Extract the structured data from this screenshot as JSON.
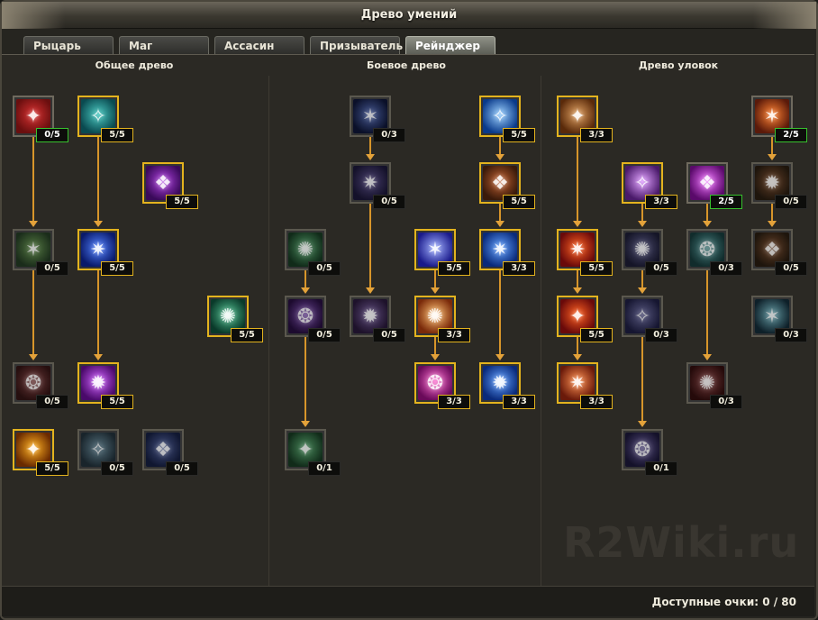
{
  "window": {
    "title": "Древо умений"
  },
  "tabs": [
    {
      "label": "Рыцарь",
      "active": false
    },
    {
      "label": "Маг",
      "active": false
    },
    {
      "label": "Ассасин",
      "active": false
    },
    {
      "label": "Призыватель",
      "active": false
    },
    {
      "label": "Рейнджер",
      "active": true
    }
  ],
  "trees": [
    {
      "title": "Общее древо"
    },
    {
      "title": "Боевое древо"
    },
    {
      "title": "Древо уловок"
    }
  ],
  "skills": [
    {
      "id": "g1",
      "level": "0/5",
      "state": "partial",
      "icon": "demon-red-icon",
      "colors": [
        "#6a0f0f",
        "#d83030"
      ]
    },
    {
      "id": "g2",
      "level": "5/5",
      "state": "learned",
      "icon": "spirit-cyan-icon",
      "colors": [
        "#0a4a50",
        "#48c8c0"
      ]
    },
    {
      "id": "g3",
      "level": "5/5",
      "state": "learned",
      "icon": "spirit-purple-icon",
      "colors": [
        "#3a0a5a",
        "#b040e0"
      ]
    },
    {
      "id": "g4",
      "level": "0/5",
      "state": "none",
      "icon": "holy-cross-green-icon",
      "colors": [
        "#1a3a1a",
        "#5a9a3a"
      ]
    },
    {
      "id": "g5",
      "level": "5/5",
      "state": "learned",
      "icon": "orb-blue-icon",
      "colors": [
        "#0a1a6a",
        "#5080ff"
      ]
    },
    {
      "id": "g6",
      "level": "5/5",
      "state": "learned",
      "icon": "summon-green-icon",
      "colors": [
        "#0a3a2a",
        "#50c090"
      ]
    },
    {
      "id": "g7",
      "level": "0/5",
      "state": "none",
      "icon": "holy-cross-red-icon",
      "colors": [
        "#3a1010",
        "#9a4040"
      ]
    },
    {
      "id": "g8",
      "level": "5/5",
      "state": "learned",
      "icon": "orb-violet-icon",
      "colors": [
        "#4a0a6a",
        "#d060ff"
      ]
    },
    {
      "id": "g9",
      "level": "5/5",
      "state": "learned",
      "icon": "sigil-fire-icon",
      "colors": [
        "#6a2a00",
        "#ffb020"
      ]
    },
    {
      "id": "g10",
      "level": "0/5",
      "state": "none",
      "icon": "rune-teal-icon",
      "colors": [
        "#1a2e3a",
        "#5a8aa0"
      ]
    },
    {
      "id": "g11",
      "level": "0/5",
      "state": "none",
      "icon": "rune-blue-icon",
      "colors": [
        "#101c4a",
        "#4a60b0"
      ]
    },
    {
      "id": "c1",
      "level": "0/3",
      "state": "none",
      "icon": "orb-burst-blue-icon",
      "colors": [
        "#0a1440",
        "#4a6ad0"
      ]
    },
    {
      "id": "c2",
      "level": "0/5",
      "state": "none",
      "icon": "rune-shield-icon",
      "colors": [
        "#1a1440",
        "#5a4a9a"
      ]
    },
    {
      "id": "c3",
      "level": "0/5",
      "state": "none",
      "icon": "orb-green-icon",
      "colors": [
        "#0a3a1a",
        "#40b060"
      ]
    },
    {
      "id": "c4",
      "level": "0/5",
      "state": "none",
      "icon": "rune-violet-icon",
      "colors": [
        "#2a0a4a",
        "#8a4ad0"
      ]
    },
    {
      "id": "c5",
      "level": "0/5",
      "state": "none",
      "icon": "rune-lilac-icon",
      "colors": [
        "#2a1440",
        "#7a5ab0"
      ]
    },
    {
      "id": "c6",
      "level": "0/1",
      "state": "none",
      "icon": "orb-green-2-icon",
      "colors": [
        "#0a3a1a",
        "#40b060"
      ]
    },
    {
      "id": "c7",
      "level": "5/5",
      "state": "learned",
      "icon": "light-beam-icon",
      "colors": [
        "#0a3a8a",
        "#9ad0ff"
      ]
    },
    {
      "id": "c8",
      "level": "5/5",
      "state": "learned",
      "icon": "eagle-icon",
      "colors": [
        "#3a1a0a",
        "#c06030"
      ]
    },
    {
      "id": "c9",
      "level": "5/5",
      "state": "learned",
      "icon": "tree-emblem-blue-icon",
      "colors": [
        "#1a1a8a",
        "#a0b0ff"
      ]
    },
    {
      "id": "c10",
      "level": "3/3",
      "state": "learned",
      "icon": "arrow-blue-icon",
      "colors": [
        "#0a2a7a",
        "#60a0ff"
      ]
    },
    {
      "id": "c11",
      "level": "3/3",
      "state": "learned",
      "icon": "tree-emblem-fire-icon",
      "colors": [
        "#7a2a0a",
        "#ffc070"
      ]
    },
    {
      "id": "c12",
      "level": "3/3",
      "state": "learned",
      "icon": "tree-emblem-pink-icon",
      "colors": [
        "#6a0a5a",
        "#ff70d0"
      ]
    },
    {
      "id": "c13",
      "level": "3/3",
      "state": "learned",
      "icon": "arrow-blue-2-icon",
      "colors": [
        "#0a2a7a",
        "#60a0ff"
      ]
    },
    {
      "id": "t1",
      "level": "3/3",
      "state": "learned",
      "icon": "boot-icon",
      "colors": [
        "#5a2a0a",
        "#e0a060"
      ]
    },
    {
      "id": "t2",
      "level": "3/3",
      "state": "learned",
      "icon": "wings-emblem-icon",
      "colors": [
        "#4a1a6a",
        "#e0a0ff"
      ]
    },
    {
      "id": "t3",
      "level": "2/5",
      "state": "partial",
      "icon": "wings-emblem-2-icon",
      "colors": [
        "#5a0a6a",
        "#f070ff"
      ]
    },
    {
      "id": "t4",
      "level": "2/5",
      "state": "partial",
      "icon": "bow-fire-icon",
      "colors": [
        "#5a1a0a",
        "#ff8030"
      ]
    },
    {
      "id": "t5",
      "level": "5/5",
      "state": "learned",
      "icon": "flame-arrow-icon",
      "colors": [
        "#6a0a0a",
        "#ff6020"
      ]
    },
    {
      "id": "t6",
      "level": "0/5",
      "state": "none",
      "icon": "rune-dark-icon",
      "colors": [
        "#1a1a3a",
        "#5a5a9a"
      ]
    },
    {
      "id": "t7",
      "level": "0/3",
      "state": "none",
      "icon": "orb-teal-icon",
      "colors": [
        "#0a3a3a",
        "#40a0a0"
      ]
    },
    {
      "id": "t8",
      "level": "0/5",
      "state": "none",
      "icon": "bow-dark-icon",
      "colors": [
        "#2a1a0a",
        "#8a4a20"
      ]
    },
    {
      "id": "t9",
      "level": "5/5",
      "state": "learned",
      "icon": "flame-arrow-2-icon",
      "colors": [
        "#6a0a0a",
        "#ff6020"
      ]
    },
    {
      "id": "t10",
      "level": "0/3",
      "state": "none",
      "icon": "wings-emblem-dark-icon",
      "colors": [
        "#1a1a4a",
        "#6a6ab0"
      ]
    },
    {
      "id": "t11",
      "level": "0/5",
      "state": "none",
      "icon": "bow-dark-2-icon",
      "colors": [
        "#2a1a0a",
        "#8a4a20"
      ]
    },
    {
      "id": "t12",
      "level": "0/3",
      "state": "none",
      "icon": "shadow-strike-icon",
      "colors": [
        "#0a2a3a",
        "#60c0d0"
      ]
    },
    {
      "id": "t13",
      "level": "3/3",
      "state": "learned",
      "icon": "fire-rain-icon",
      "colors": [
        "#6a1a0a",
        "#ff9050"
      ]
    },
    {
      "id": "t14",
      "level": "0/3",
      "state": "none",
      "icon": "wings-emblem-red-icon",
      "colors": [
        "#3a0a0a",
        "#a04040"
      ]
    },
    {
      "id": "t15",
      "level": "0/1",
      "state": "none",
      "icon": "wings-emblem-violet-icon",
      "colors": [
        "#1a1440",
        "#6a5ab0"
      ]
    }
  ],
  "footer": {
    "points": "Доступные очки: 0 / 80"
  },
  "watermark": "R2Wiki.ru"
}
